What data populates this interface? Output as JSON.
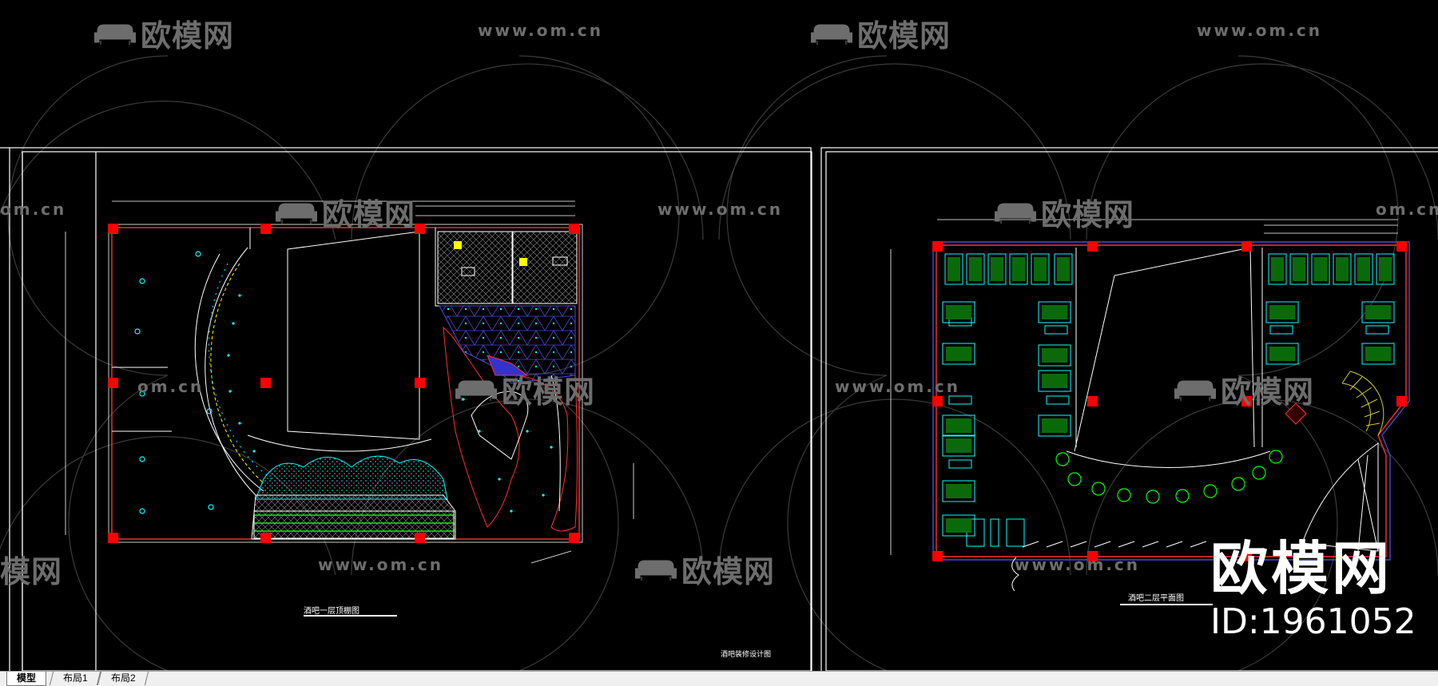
{
  "watermark": {
    "brand": "欧模网",
    "url": "www.om.cn",
    "url_fragment": "om.cn",
    "brand_fragment": "模网"
  },
  "id_badge": {
    "brand": "欧模网",
    "id": "ID:1961052"
  },
  "drawings": {
    "left_title": "酒吧一层顶棚图",
    "right_title": "酒吧二层平面图",
    "sheet_label": "酒吧装修设计图"
  },
  "tabs": [
    {
      "label": "模型",
      "active": true
    },
    {
      "label": "布局1",
      "active": false
    },
    {
      "label": "布局2",
      "active": false
    }
  ],
  "colors": {
    "background": "#000000",
    "cad_line": "#ffffff",
    "column": "#ff0000",
    "accent_cyan": "#00ffff",
    "accent_green": "#00ff00",
    "accent_yellow": "#ffff00",
    "hatch_blue": "#4a4ad0",
    "watermark": "#6d6d6d"
  }
}
